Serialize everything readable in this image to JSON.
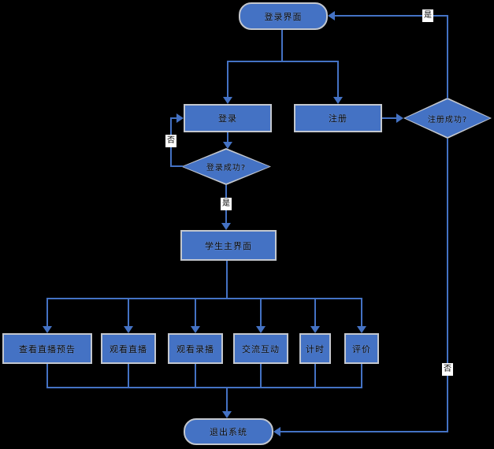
{
  "colors": {
    "background": "#000000",
    "node_fill": "#4472C4",
    "node_border": "#c3c7ce",
    "connector": "#4472C4",
    "text": "#000000",
    "label_bg": "#ffffff"
  },
  "nodes": {
    "login_screen": {
      "label": "登录界面"
    },
    "login": {
      "label": "登录"
    },
    "register": {
      "label": "注册"
    },
    "login_success": {
      "label": "登录成功?"
    },
    "register_success": {
      "label": "注册成功?"
    },
    "student_main": {
      "label": "学生主界面"
    },
    "view_live_preview": {
      "label": "查看直播预告"
    },
    "watch_live": {
      "label": "观看直播"
    },
    "watch_recorded": {
      "label": "观看录播"
    },
    "interact": {
      "label": "交流互动"
    },
    "timing": {
      "label": "计时"
    },
    "evaluate": {
      "label": "评价"
    },
    "exit_system": {
      "label": "退出系统"
    }
  },
  "edge_labels": {
    "register_yes": "是",
    "login_no": "否",
    "login_yes": "是",
    "register_no": "否"
  }
}
